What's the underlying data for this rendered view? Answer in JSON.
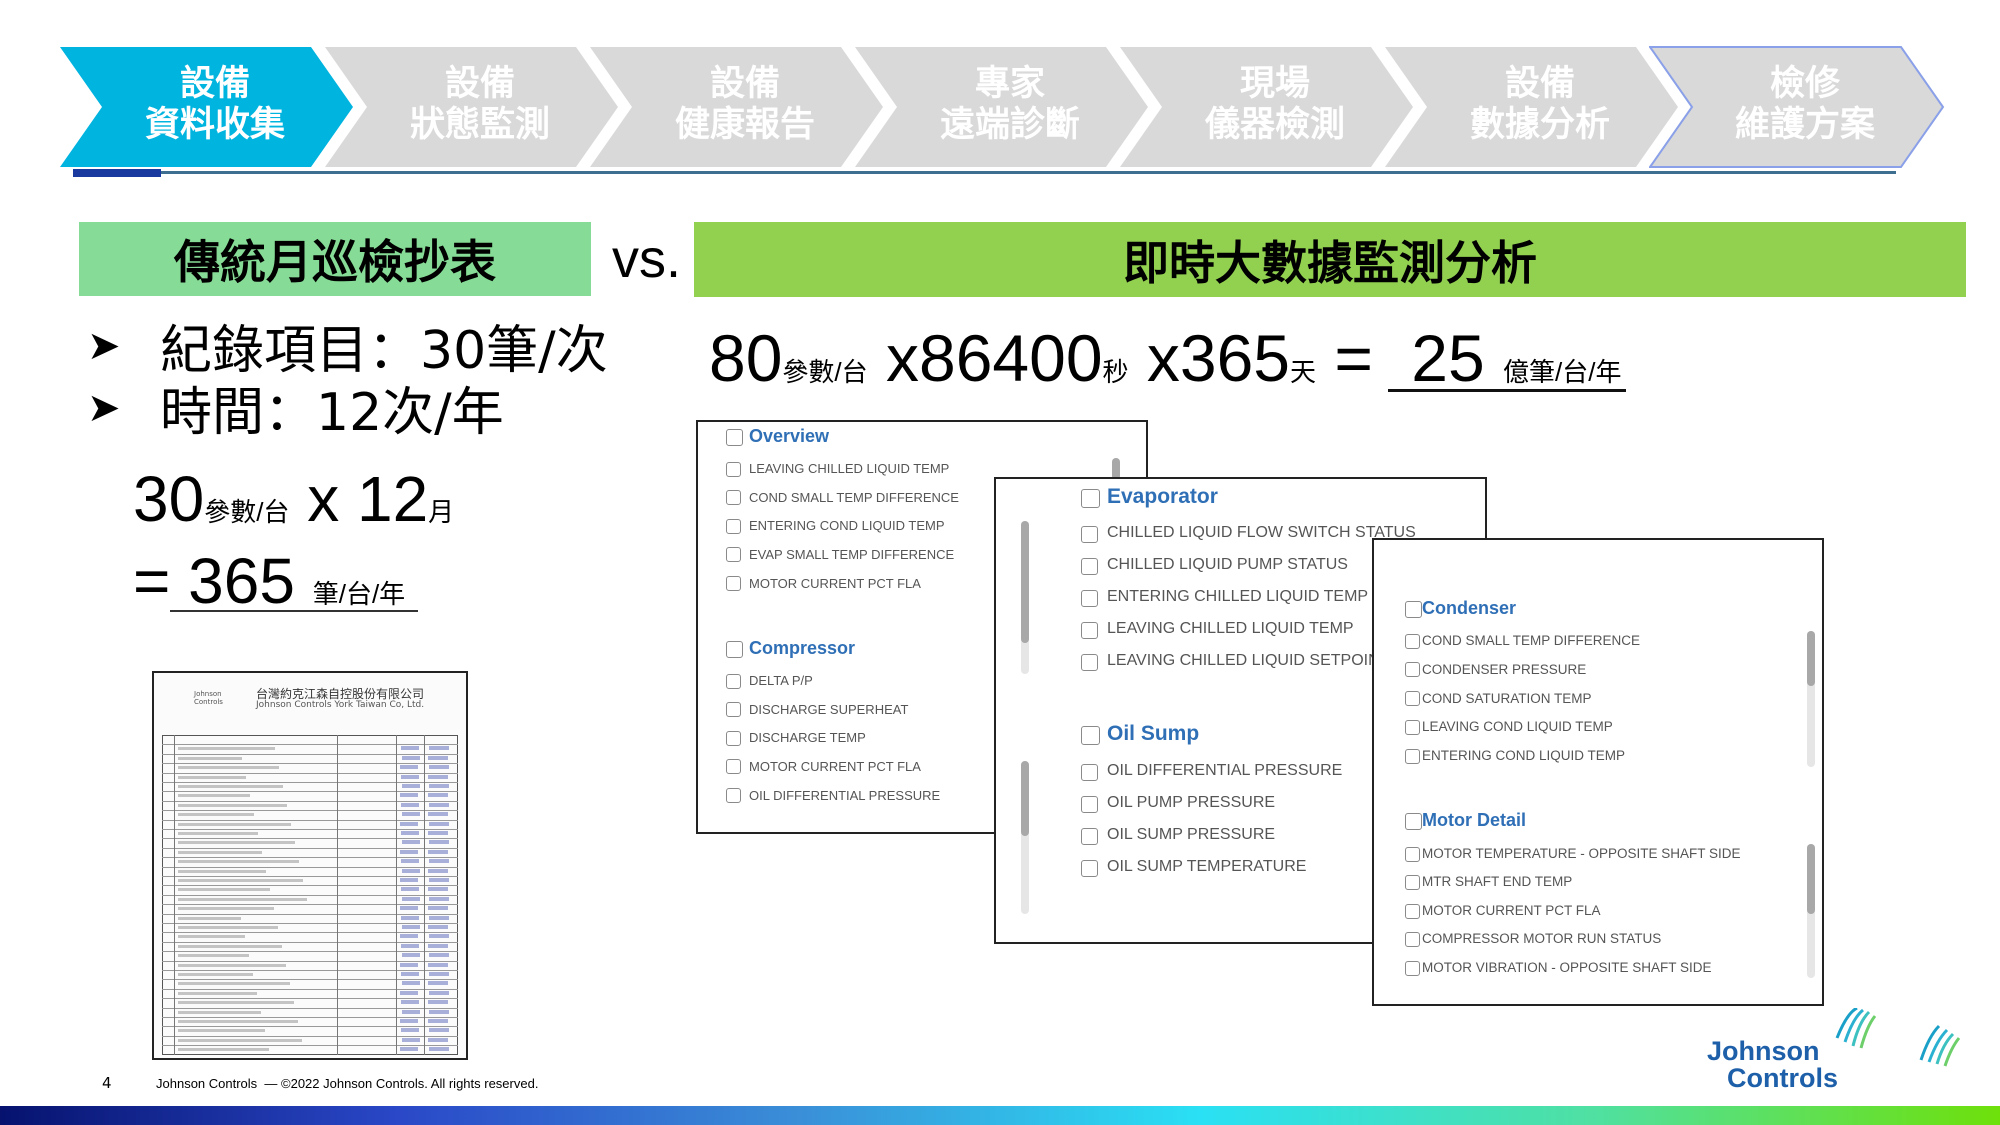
{
  "process_steps": [
    {
      "line1": "設備",
      "line2": "資料收集",
      "active": true
    },
    {
      "line1": "設備",
      "line2": "狀態監測",
      "active": false
    },
    {
      "line1": "設備",
      "line2": "健康報告",
      "active": false
    },
    {
      "line1": "專家",
      "line2": "遠端診斷",
      "active": false
    },
    {
      "line1": "現場",
      "line2": "儀器檢測",
      "active": false
    },
    {
      "line1": "設備",
      "line2": "數據分析",
      "active": false
    },
    {
      "line1": "檢修",
      "line2": "維護方案",
      "active": false
    }
  ],
  "colors": {
    "active": "#00b4e0",
    "inactive": "#d9d9d9",
    "left_box": "#86dc96",
    "right_box": "#92d050",
    "heading_blue": "#2f6fb6"
  },
  "left": {
    "title": "傳統月巡檢抄表",
    "bullets": [
      {
        "icon": "arrow-bullet-icon",
        "text": "紀錄項目：30筆/次"
      },
      {
        "icon": "arrow-bullet-icon",
        "text": "時間：12次/年"
      }
    ],
    "calc": {
      "a": "30",
      "a_unit": "參數/台",
      "x": "x",
      "b": "12",
      "b_unit": "月",
      "eq": "=",
      "result": "365",
      "result_unit": "筆/台/年"
    }
  },
  "vs": "vs.",
  "right": {
    "title": "即時大數據監測分析",
    "formula": {
      "a": "80",
      "a_unit": "參數/台",
      "x1": "x",
      "b": "86400",
      "b_unit": "秒",
      "x2": "x",
      "c": "365",
      "c_unit": "天",
      "eq": "=",
      "result": "25",
      "result_unit": "億筆/台/年"
    }
  },
  "panels": [
    {
      "groups": [
        {
          "title": "Overview",
          "items": [
            "LEAVING CHILLED LIQUID TEMP",
            "COND SMALL TEMP DIFFERENCE",
            "ENTERING COND LIQUID TEMP",
            "EVAP SMALL TEMP DIFFERENCE",
            "MOTOR CURRENT PCT FLA"
          ]
        },
        {
          "title": "Compressor",
          "items": [
            "DELTA P/P",
            "DISCHARGE SUPERHEAT",
            "DISCHARGE TEMP",
            "MOTOR CURRENT PCT FLA",
            "OIL DIFFERENTIAL PRESSURE"
          ]
        }
      ]
    },
    {
      "groups": [
        {
          "title": "Evaporator",
          "items": [
            "CHILLED LIQUID FLOW SWITCH STATUS",
            "CHILLED LIQUID PUMP STATUS",
            "ENTERING CHILLED LIQUID TEMP",
            "LEAVING CHILLED LIQUID TEMP",
            "LEAVING CHILLED LIQUID SETPOIN"
          ]
        },
        {
          "title": "Oil Sump",
          "items": [
            "OIL DIFFERENTIAL PRESSURE",
            "OIL PUMP PRESSURE",
            "OIL SUMP PRESSURE",
            "OIL SUMP TEMPERATURE"
          ]
        }
      ]
    },
    {
      "groups": [
        {
          "title": "Condenser",
          "items": [
            "COND SMALL TEMP DIFFERENCE",
            "CONDENSER PRESSURE",
            "COND SATURATION TEMP",
            "LEAVING COND LIQUID TEMP",
            "ENTERING COND LIQUID TEMP"
          ]
        },
        {
          "title": "Motor Detail",
          "items": [
            "MOTOR TEMPERATURE - OPPOSITE SHAFT SIDE",
            "MTR SHAFT END TEMP",
            "MOTOR CURRENT PCT FLA",
            "COMPRESSOR MOTOR RUN STATUS",
            "MOTOR VIBRATION - OPPOSITE SHAFT SIDE"
          ]
        }
      ]
    }
  ],
  "form": {
    "company_zh": "台灣約克江森自控股份有限公司",
    "company_en": "Johnson Controls York Taiwan Co, Ltd.",
    "logo_text": "Johnson Controls"
  },
  "footer": {
    "page": "4",
    "text": "Johnson Controls  — ©2022 Johnson Controls. All rights reserved."
  },
  "logo": {
    "line1": "Johnson",
    "line2": "Controls"
  }
}
